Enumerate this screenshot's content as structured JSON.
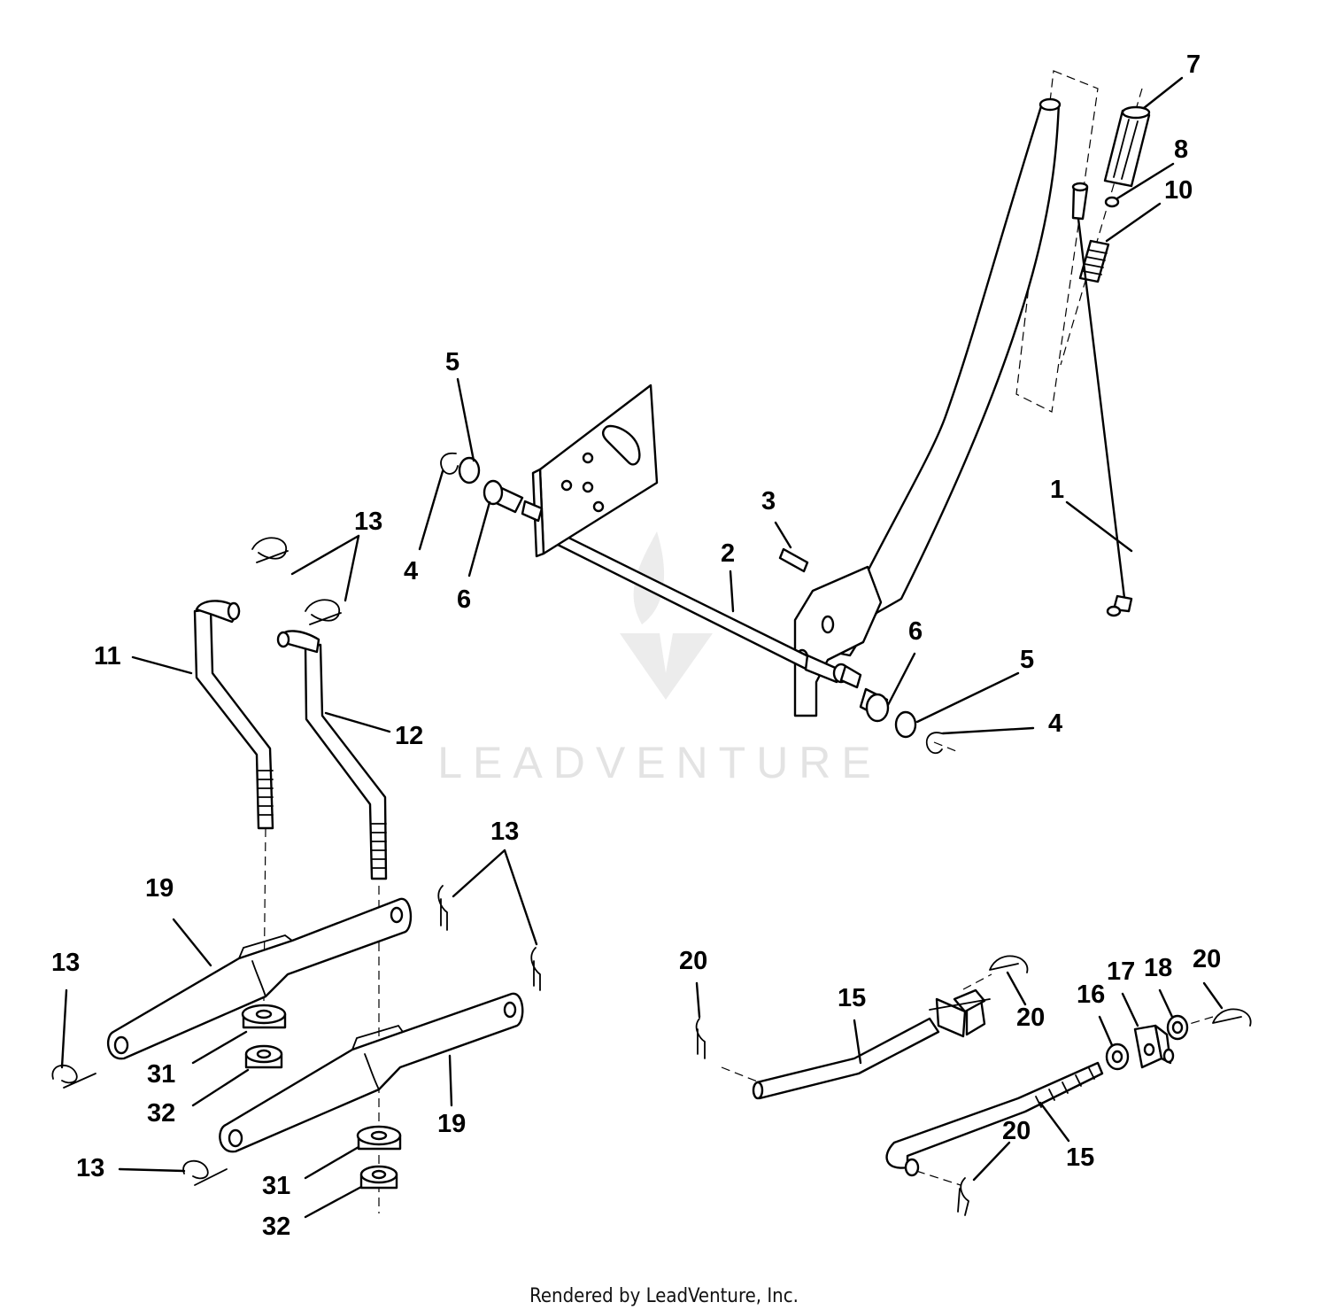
{
  "watermark": {
    "text": "LEADVENTURE"
  },
  "footer": {
    "text": "Rendered by LeadVenture, Inc."
  },
  "callouts": [
    {
      "id": "c1",
      "label": "1"
    },
    {
      "id": "c2",
      "label": "2"
    },
    {
      "id": "c3",
      "label": "3"
    },
    {
      "id": "c4a",
      "label": "4"
    },
    {
      "id": "c4b",
      "label": "4"
    },
    {
      "id": "c5a",
      "label": "5"
    },
    {
      "id": "c5b",
      "label": "5"
    },
    {
      "id": "c6a",
      "label": "6"
    },
    {
      "id": "c6b",
      "label": "6"
    },
    {
      "id": "c7",
      "label": "7"
    },
    {
      "id": "c8",
      "label": "8"
    },
    {
      "id": "c10",
      "label": "10"
    },
    {
      "id": "c11",
      "label": "11"
    },
    {
      "id": "c12",
      "label": "12"
    },
    {
      "id": "c13a",
      "label": "13"
    },
    {
      "id": "c13b",
      "label": "13"
    },
    {
      "id": "c13c",
      "label": "13"
    },
    {
      "id": "c13d",
      "label": "13"
    },
    {
      "id": "c15a",
      "label": "15"
    },
    {
      "id": "c15b",
      "label": "15"
    },
    {
      "id": "c16",
      "label": "16"
    },
    {
      "id": "c17",
      "label": "17"
    },
    {
      "id": "c18",
      "label": "18"
    },
    {
      "id": "c19a",
      "label": "19"
    },
    {
      "id": "c19b",
      "label": "19"
    },
    {
      "id": "c20a",
      "label": "20"
    },
    {
      "id": "c20b",
      "label": "20"
    },
    {
      "id": "c20c",
      "label": "20"
    },
    {
      "id": "c20d",
      "label": "20"
    },
    {
      "id": "c31a",
      "label": "31"
    },
    {
      "id": "c31b",
      "label": "31"
    },
    {
      "id": "c32a",
      "label": "32"
    },
    {
      "id": "c32b",
      "label": "32"
    }
  ]
}
